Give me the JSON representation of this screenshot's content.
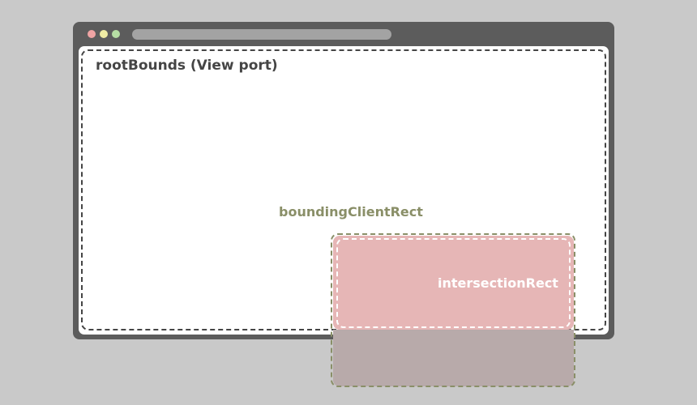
{
  "labels": {
    "root_bounds": "rootBounds (View port)",
    "bounding_client_rect": "boundingClientRect",
    "intersection_rect": "intersectionRect"
  },
  "window_controls": [
    {
      "name": "close",
      "color": "#f0a4a4"
    },
    {
      "name": "minimize",
      "color": "#f0eca4"
    },
    {
      "name": "maximize",
      "color": "#b6dea4"
    }
  ],
  "colors": {
    "background": "#c9c9c9",
    "window_frame": "#5c5c5c",
    "viewport": "#ffffff",
    "root_outline": "#454545",
    "bounding_outline": "#8a8f68",
    "intersection_fill": "#e6b6b6",
    "outside_fill": "#b8aaaa"
  }
}
